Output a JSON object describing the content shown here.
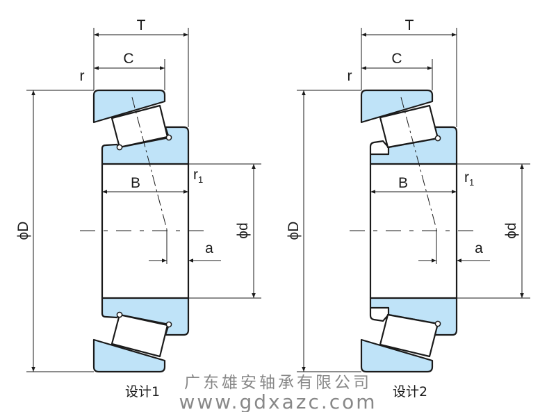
{
  "labels": {
    "T": "T",
    "C": "C",
    "r": "r",
    "r1": "r",
    "r1_sub": "1",
    "B": "B",
    "phiD": "ϕD",
    "phid": "ϕd",
    "a": "a"
  },
  "captions": {
    "design1": "设计1",
    "design2": "设计2"
  },
  "watermark": {
    "company": "广东雄安轴承有限公司",
    "url": "www.gdxazc.com"
  },
  "colors": {
    "ring_fill": "#bfe3f8",
    "outline": "#1a1a1a"
  }
}
